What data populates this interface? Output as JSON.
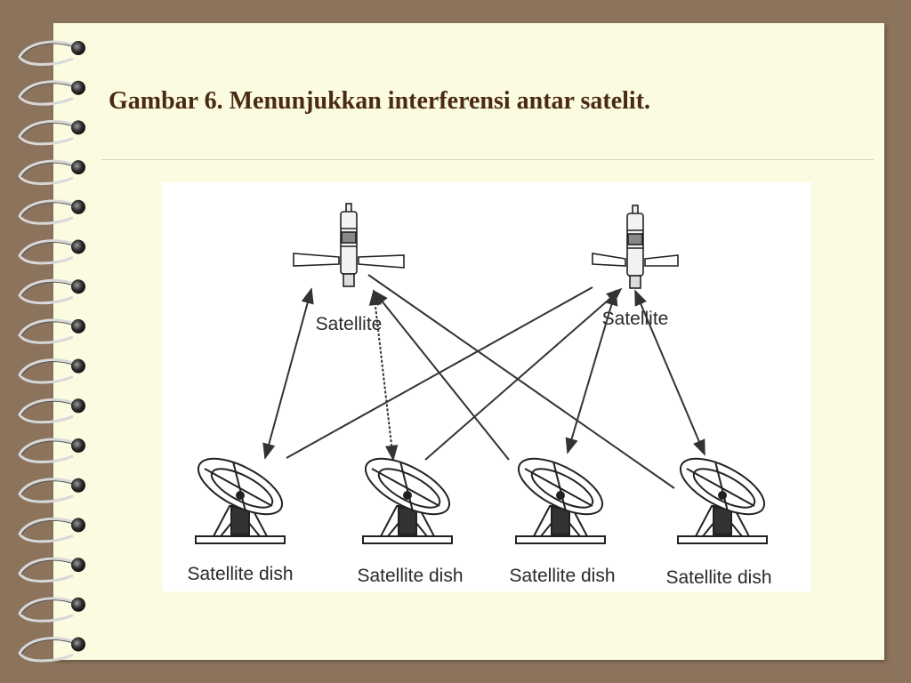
{
  "slide": {
    "title": "Gambar 6. Menunjukkan interferensi antar satelit."
  },
  "diagram": {
    "satellites": [
      {
        "label": "Satellite"
      },
      {
        "label": "Satellite"
      }
    ],
    "dishes": [
      {
        "label": "Satellite dish"
      },
      {
        "label": "Satellite dish"
      },
      {
        "label": "Satellite dish"
      },
      {
        "label": "Satellite dish"
      }
    ]
  },
  "colors": {
    "frame": "#8b735c",
    "paper": "#fbfbe2",
    "title": "#4a2a12"
  }
}
